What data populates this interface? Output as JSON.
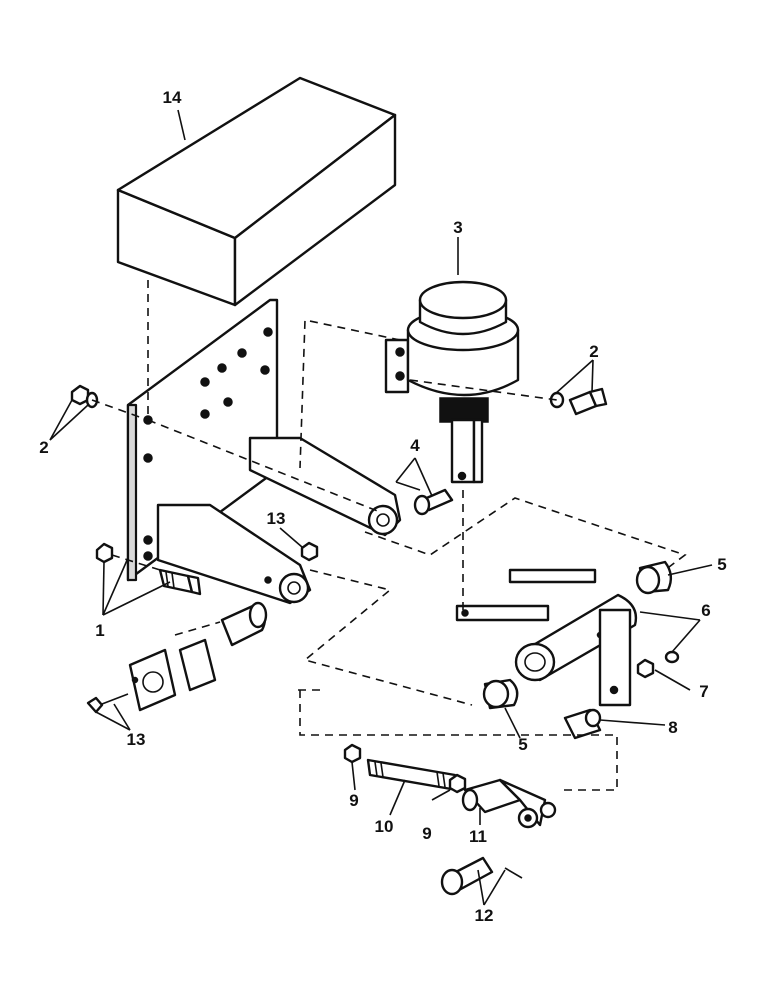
{
  "callouts": [
    {
      "id": "c1",
      "label": "1"
    },
    {
      "id": "c2a",
      "label": "2"
    },
    {
      "id": "c2b",
      "label": "2"
    },
    {
      "id": "c3",
      "label": "3"
    },
    {
      "id": "c4",
      "label": "4"
    },
    {
      "id": "c5a",
      "label": "5"
    },
    {
      "id": "c5b",
      "label": "5"
    },
    {
      "id": "c6",
      "label": "6"
    },
    {
      "id": "c7",
      "label": "7"
    },
    {
      "id": "c8",
      "label": "8"
    },
    {
      "id": "c9a",
      "label": "9"
    },
    {
      "id": "c9b",
      "label": "9"
    },
    {
      "id": "c10",
      "label": "10"
    },
    {
      "id": "c11",
      "label": "11"
    },
    {
      "id": "c12",
      "label": "12"
    },
    {
      "id": "c13a",
      "label": "13"
    },
    {
      "id": "c13b",
      "label": "13"
    },
    {
      "id": "c14",
      "label": "14"
    }
  ]
}
